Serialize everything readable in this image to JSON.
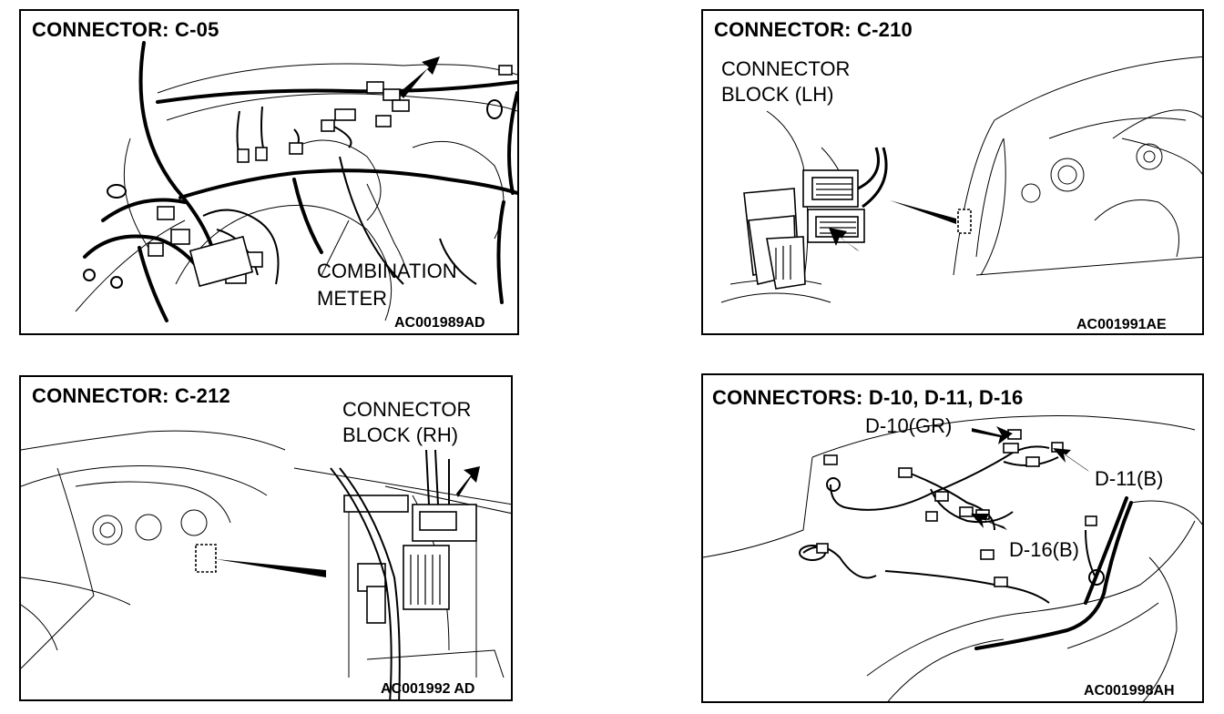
{
  "panels": [
    {
      "title": "CONNECTOR: C-05",
      "labels": [
        "COMBINATION",
        "METER"
      ],
      "code": "AC001989AD"
    },
    {
      "title": "CONNECTOR: C-210",
      "labels": [
        "CONNECTOR",
        "BLOCK (LH)"
      ],
      "code": "AC001991AE"
    },
    {
      "title": "CONNECTOR: C-212",
      "labels": [
        "CONNECTOR",
        "BLOCK (RH)"
      ],
      "code": "AC001992 AD"
    },
    {
      "title": "CONNECTORS: D-10, D-11, D-16",
      "labels": [
        "D-10(GR)",
        "D-11(B)",
        "D-16(B)"
      ],
      "code": "AC001998AH"
    }
  ],
  "colors": {
    "ink": "#000000",
    "paper": "#ffffff"
  }
}
